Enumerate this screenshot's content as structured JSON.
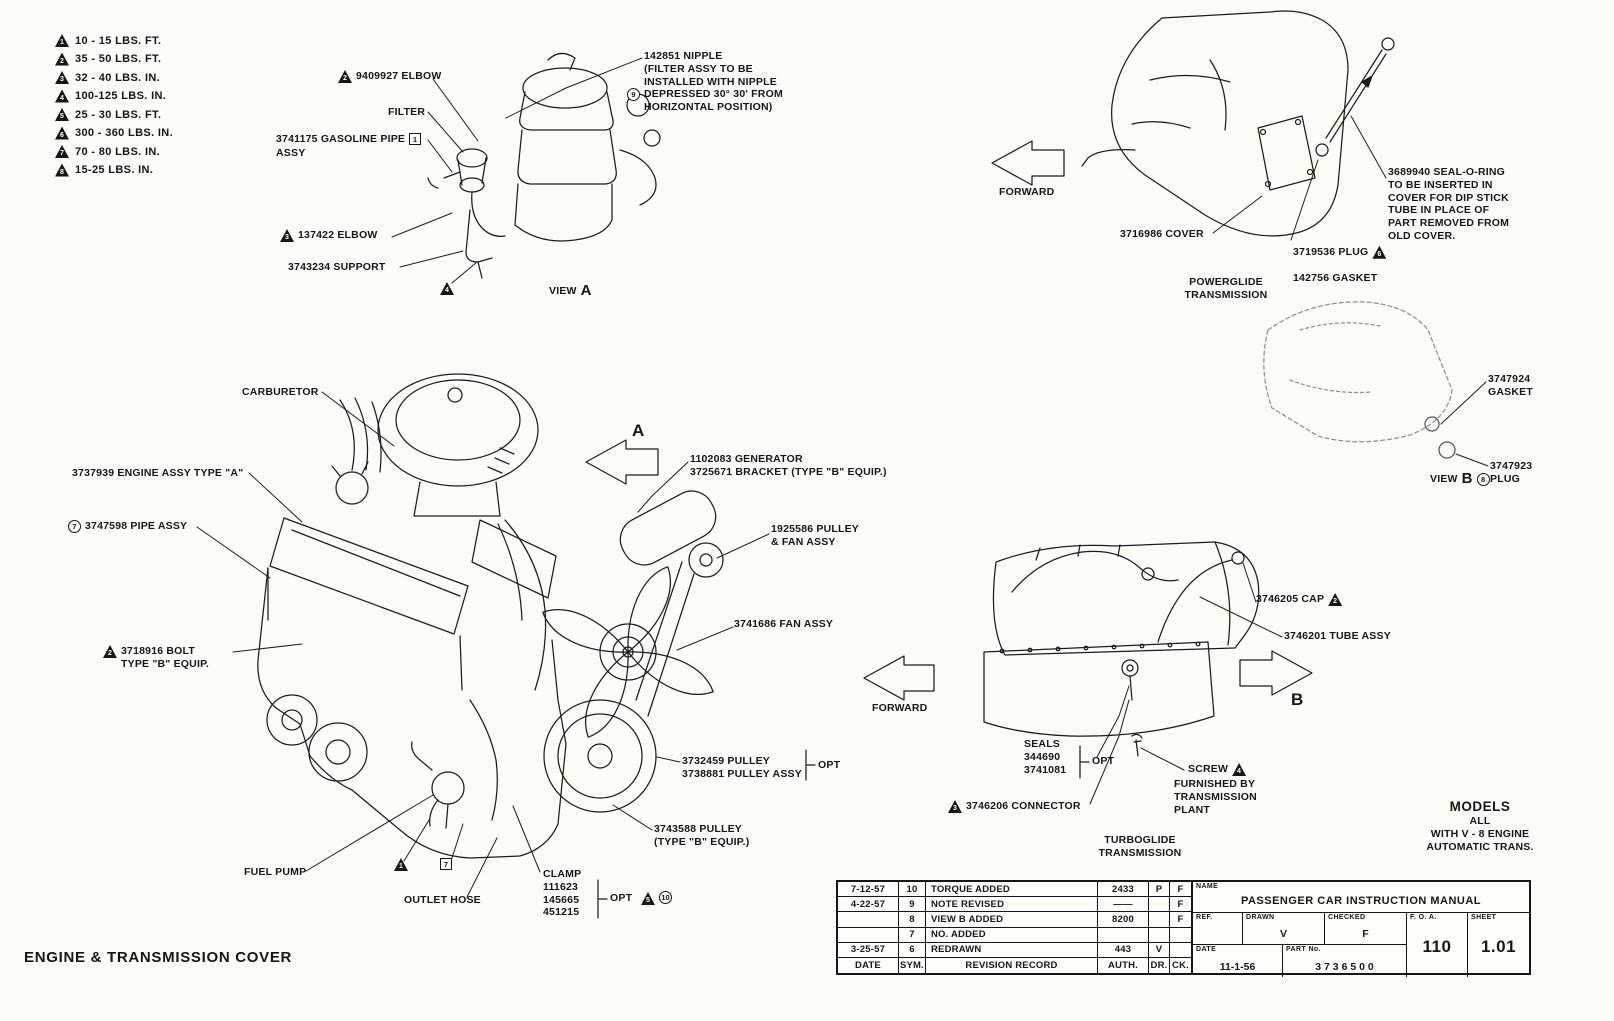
{
  "title": "ENGINE & TRANSMISSION COVER",
  "legend": {
    "items": [
      {
        "n": "1",
        "t": "10 - 15 LBS. FT."
      },
      {
        "n": "2",
        "t": "35 - 50 LBS. FT."
      },
      {
        "n": "3",
        "t": "32 - 40 LBS. IN."
      },
      {
        "n": "4",
        "t": "100-125 LBS. IN."
      },
      {
        "n": "5",
        "t": "25 - 30 LBS. FT."
      },
      {
        "n": "6",
        "t": "300 - 360 LBS. IN."
      },
      {
        "n": "7",
        "t": "70 - 80 LBS. IN."
      },
      {
        "n": "8",
        "t": "15-25 LBS. IN."
      }
    ]
  },
  "viewA": {
    "elbow_top_num": "2",
    "elbow_top": "9409927 ELBOW",
    "filter": "FILTER",
    "pipe": "3741175 GASOLINE PIPE",
    "pipe_box": "1",
    "pipe2": "ASSY",
    "nipple": "142851 NIPPLE\n(FILTER ASSY TO BE\nINSTALLED WITH NIPPLE\nDEPRESSED 30° 30' FROM\nHORIZONTAL POSITION)",
    "nipple_circ": "9",
    "elbow_bot_num": "3",
    "elbow_bot": "137422 ELBOW",
    "support": "3743234 SUPPORT",
    "lone_tri": "4",
    "view_word": "VIEW",
    "view_letter": "A"
  },
  "powerglide": {
    "forward": "FORWARD",
    "cover": "3716986 COVER",
    "plug": "3719536 PLUG",
    "plug_tri": "6",
    "gasket": "142756 GASKET",
    "seal_note": "3689940 SEAL-O-RING\nTO BE INSERTED IN\nCOVER FOR DIP STICK\nTUBE IN PLACE OF\nPART REMOVED FROM\nOLD COVER.",
    "caption": "POWERGLIDE\nTRANSMISSION"
  },
  "viewB": {
    "gasket": "3747924\nGASKET",
    "plug": "3747923\nPLUG",
    "view_word": "VIEW",
    "view_letter": "B",
    "circ": "8"
  },
  "engine": {
    "carburetor": "CARBURETOR",
    "assy": "3737939 ENGINE ASSY TYPE \"A\"",
    "pipe_circ": "7",
    "pipe": "3747598 PIPE ASSY",
    "arrowA": "A",
    "generator": "1102083 GENERATOR\n3725671 BRACKET (TYPE \"B\" EQUIP.)",
    "pulley_fan": "1925586 PULLEY\n& FAN ASSY",
    "fan": "3741686 FAN ASSY",
    "bolt_tri": "2",
    "bolt": "3718916 BOLT\nTYPE \"B\" EQUIP.",
    "pulley_opt": "3732459 PULLEY\n3738881 PULLEY ASSY",
    "opt1": "OPT",
    "pulley_b": "3743588 PULLEY\n(TYPE \"B\" EQUIP.)",
    "fuel_pump": "FUEL PUMP",
    "lone_tri": "1",
    "box7": "7",
    "outlet_hose": "OUTLET HOSE",
    "clamp": "CLAMP\n111623\n145665\n451215",
    "opt2": "OPT",
    "clamp_tri": "5",
    "clamp_circ": "10"
  },
  "turboglide": {
    "forward": "FORWARD",
    "cap": "3746205 CAP",
    "cap_tri": "2",
    "tube": "3746201 TUBE ASSY",
    "arrowB": "B",
    "seals": "SEALS\n344690\n3741081",
    "opt": "OPT",
    "screw": "SCREW",
    "screw_tri": "4",
    "screw_note": "FURNISHED BY\nTRANSMISSION\nPLANT",
    "connector_tri": "3",
    "connector": "3746206 CONNECTOR",
    "caption": "TURBOGLIDE\nTRANSMISSION"
  },
  "models": {
    "heading": "MODELS",
    "line1": "ALL",
    "line2": "WITH V - 8 ENGINE",
    "line3": "AUTOMATIC TRANS."
  },
  "table": {
    "rows": [
      [
        "7-12-57",
        "10",
        "TORQUE ADDED",
        "2433",
        "P",
        "F"
      ],
      [
        "4-22-57",
        "9",
        "NOTE REVISED",
        "——",
        "",
        "F"
      ],
      [
        "",
        "8",
        "VIEW B ADDED",
        "8200",
        "",
        "F"
      ],
      [
        "",
        "7",
        "NO. ADDED",
        "",
        "",
        ""
      ],
      [
        "3-25-57",
        "6",
        "REDRAWN",
        "443",
        "V",
        ""
      ],
      [
        "DATE",
        "SYM.",
        "REVISION RECORD",
        "AUTH.",
        "DR.",
        "CK."
      ]
    ],
    "name_label": "NAME",
    "name": "PASSENGER CAR INSTRUCTION MANUAL",
    "ref_label": "REF.",
    "drawn_label": "DRAWN",
    "drawn": "V",
    "checked_label": "CHECKED",
    "checked": "F",
    "foa_label": "F. O. A.",
    "foa": "110",
    "sheet_label": "SHEET",
    "sheet": "1.01",
    "date_label": "DATE",
    "date": "11-1-56",
    "part_label": "PART No.",
    "part": "3 7 3 6 5 0 0"
  }
}
